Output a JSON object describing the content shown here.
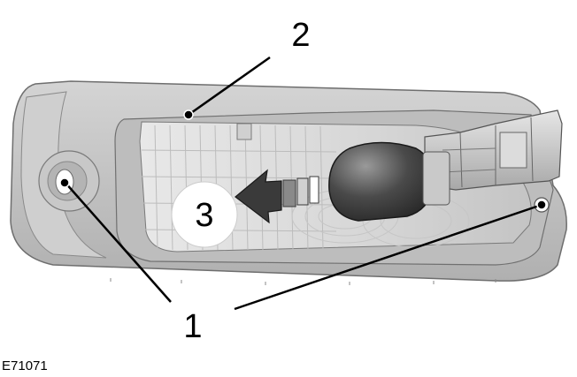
{
  "figure": {
    "reference_code": "E71071",
    "callouts": [
      {
        "id": "callout-1",
        "label": "1"
      },
      {
        "id": "callout-2",
        "label": "2"
      },
      {
        "id": "callout-3",
        "label": "3"
      }
    ]
  }
}
